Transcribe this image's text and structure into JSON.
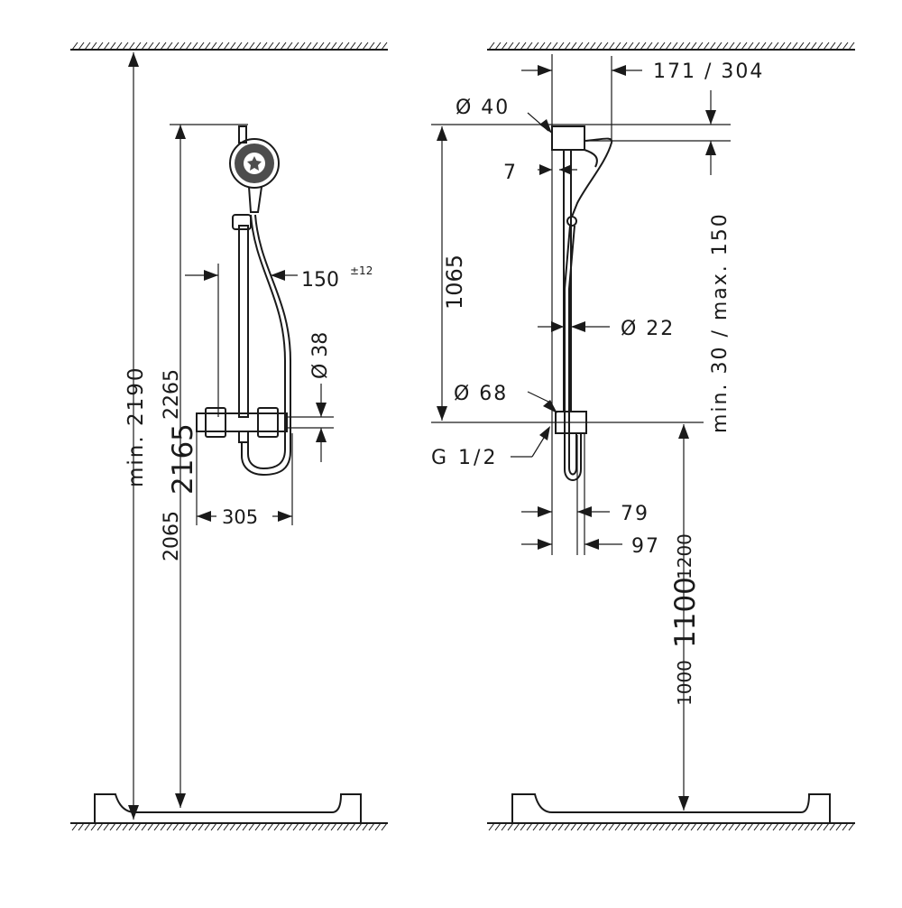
{
  "front_view": {
    "labels": {
      "min_2190": "min. 2190",
      "d2265": "2265",
      "d2165": "2165",
      "d2065": "2065",
      "d150": "150",
      "tol12": "±12",
      "dia38": "Ø 38",
      "d305": "305"
    }
  },
  "side_view": {
    "labels": {
      "d171_304": "171 / 304",
      "dia40": "Ø 40",
      "d7": "7",
      "d1065": "1065",
      "min30_max150": "min. 30 / max. 150",
      "dia22": "Ø 22",
      "dia68": "Ø 68",
      "g12": "G 1/2",
      "d79": "79",
      "d97": "97",
      "d1200": "1200",
      "d1100": "1100",
      "d1000": "1000"
    }
  }
}
